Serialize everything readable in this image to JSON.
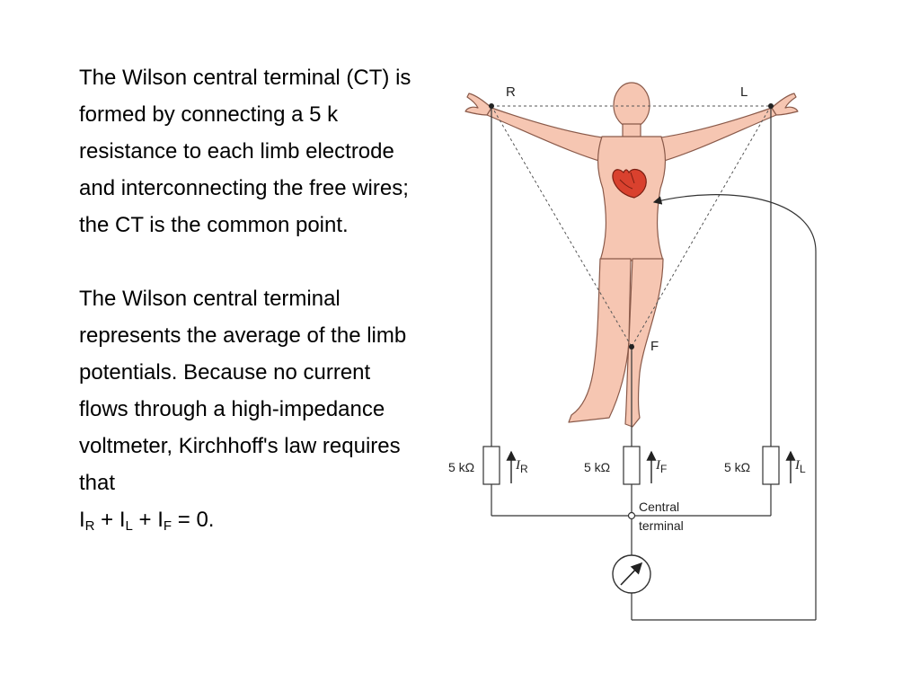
{
  "paragraph1": "The Wilson central terminal (CT) is formed by connecting a 5 k resistance to each limb electrode and interconnecting the free wires; the CT is the common point.",
  "paragraph2": "The Wilson central terminal represents the average of the limb potentials. Because no current flows through a high-impedance voltmeter, Kirchhoff's law requires that",
  "equation": {
    "I1": "I",
    "sub1": "R",
    "plus1": " + ",
    "I2": "I",
    "sub2": "L",
    "plus2": " + ",
    "I3": "I",
    "sub3": "F",
    "tail": " = 0."
  },
  "diagram": {
    "label_R": "R",
    "label_L": "L",
    "label_F": "F",
    "resistor_label": "5 kΩ",
    "current_symbol": "I",
    "current_R": "R",
    "current_F": "F",
    "current_L": "L",
    "central_line1": "Central",
    "central_line2": "terminal"
  },
  "colors": {
    "skin": "#f6c6b2",
    "skin_outline": "#8a5a4a",
    "heart": "#d9412e",
    "wire": "#333333"
  }
}
